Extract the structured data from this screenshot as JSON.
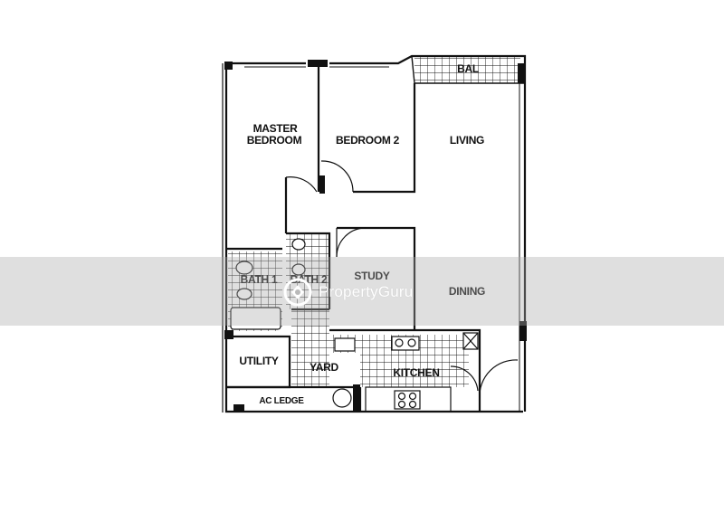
{
  "rooms": {
    "master_bedroom_line1": "MASTER",
    "master_bedroom_line2": "BEDROOM",
    "bedroom2": "BEDROOM 2",
    "living": "LIVING",
    "balcony": "BAL",
    "bath1": "BATH 1",
    "bath2": "BATH 2",
    "study": "STUDY",
    "dining": "DINING",
    "utility": "UTILITY",
    "yard": "YARD",
    "kitchen": "KITCHEN",
    "ac_ledge": "AC LEDGE"
  },
  "watermark": {
    "brand": "PropertyGuru",
    "logo": "propertyguru-logo"
  },
  "colors": {
    "line": "#111111",
    "tile": "#111111",
    "watermark_band": "#aaaaaa"
  }
}
